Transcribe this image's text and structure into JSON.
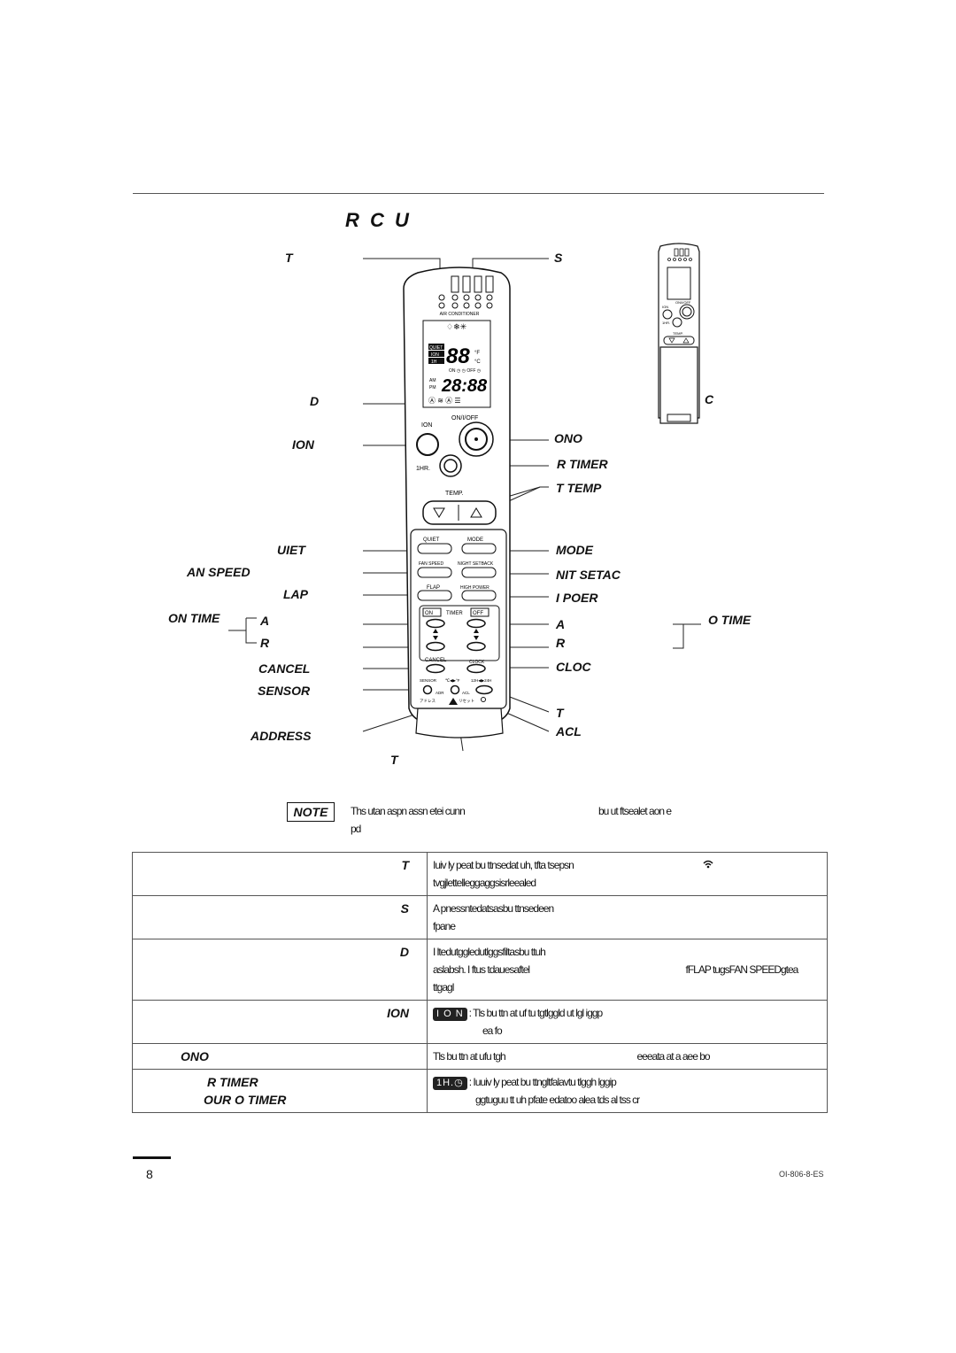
{
  "header": {
    "title": "R C U"
  },
  "labels": {
    "left": {
      "t": "T",
      "d": "D",
      "ion": "ION",
      "uiet": "UIET",
      "an_speed": "AN SPEED",
      "lap": "LAP",
      "on_time": "ON TIME",
      "a": "A",
      "r": "R",
      "cancel": "CANCEL",
      "sensor": "SENSOR",
      "address": "ADDRESS",
      "t_bottom": "T"
    },
    "right": {
      "s": "S",
      "ono": "ONO",
      "r_timer": "R TIMER",
      "t_temp": "T   TEMP",
      "mode": "MODE",
      "nit_setac": "NIT SETAC",
      "i_poer": "I POER",
      "a": "A",
      "r": "R",
      "cloc": "CLOC",
      "t": "T",
      "acl": "ACL"
    },
    "small_remote": {
      "c": "C",
      "o_time": "O TIME"
    }
  },
  "remote": {
    "brand": "AIR CONDITIONER",
    "display": {
      "quiet": "QUIET",
      "ion": "ION",
      "one_hr": "1H",
      "digits": "88",
      "unit_f": "°F",
      "unit_c": "°C",
      "am": "AM",
      "pm": "PM",
      "clock": "28:88",
      "timer_row": "ON ◷ ◷ OFF ◷"
    },
    "buttons": {
      "on_off": "ON/I/OFF",
      "ion": "ION",
      "one_hr": "1HR.",
      "temp": "TEMP.",
      "quiet": "QUIET",
      "mode": "MODE",
      "fan_speed": "FAN SPEED",
      "night_setback": "NIGHT SETBACK",
      "flap": "FLAP",
      "high_power": "HIGH POWER",
      "timer_on": "ON",
      "timer": "TIMER",
      "timer_off": "OFF",
      "cancel": "CANCEL",
      "clock": "CLOCK",
      "sensor": "SENSOR",
      "c_f": "℃◀▶°F",
      "h12_24": "12H◀▶24H",
      "adr": "ADR",
      "acl": "ACL",
      "jp_address": "アドレス",
      "jp_reset": "リセット"
    }
  },
  "small_remote_display": {
    "ion": "ION",
    "on_off": "ON/I/OFF",
    "one_hr": "1HR.",
    "temp": "TEMP."
  },
  "note": {
    "label": "NOTE",
    "line1_a": "Ths utan aspn assn etei cunn",
    "line1_b": "bu ut ftsealet aon e",
    "line2": "pd"
  },
  "table": {
    "rows": [
      {
        "key": "T",
        "line1": "Iuiv ly peat  bu ttnsedat uh, tfta     tsepsn",
        "line2": "tvgjlettelleggaggsisrleealed"
      },
      {
        "key": "S",
        "line1": "A  pnessntedatsasbu ttnsedeen",
        "line2": "fpane"
      },
      {
        "key": "D",
        "line1": "I ltedutggledutlggsfiltasbu ttuh",
        "line2": "aslabsh. I ftus  tdauesaftel",
        "line2b": "fFLAP  tugsFAN SPEEDgtea",
        "line3": "ttgagl"
      },
      {
        "key": "ION",
        "badge": "I O N",
        "line1": ": Tls bu ttn at uf tu tgtlggld ut lgl iggp",
        "line2": "ea fo"
      },
      {
        "key": "ONO",
        "line1": "Tls bu ttn at ufu tgh",
        "line1b": "eeeata at a aee bo"
      },
      {
        "key": "R TIMER",
        "key2": "OUR O TIMER",
        "badge": "1H.◷",
        "line1": ": Iuuiv ly peat  bu ttngltfalavtu tlggh lggip",
        "line2": "ggtuguu tt uh  pfate edatoo  alea  tds al  tss cr"
      }
    ]
  },
  "footer": {
    "page": "8",
    "code": "OI-806-8-ES"
  }
}
